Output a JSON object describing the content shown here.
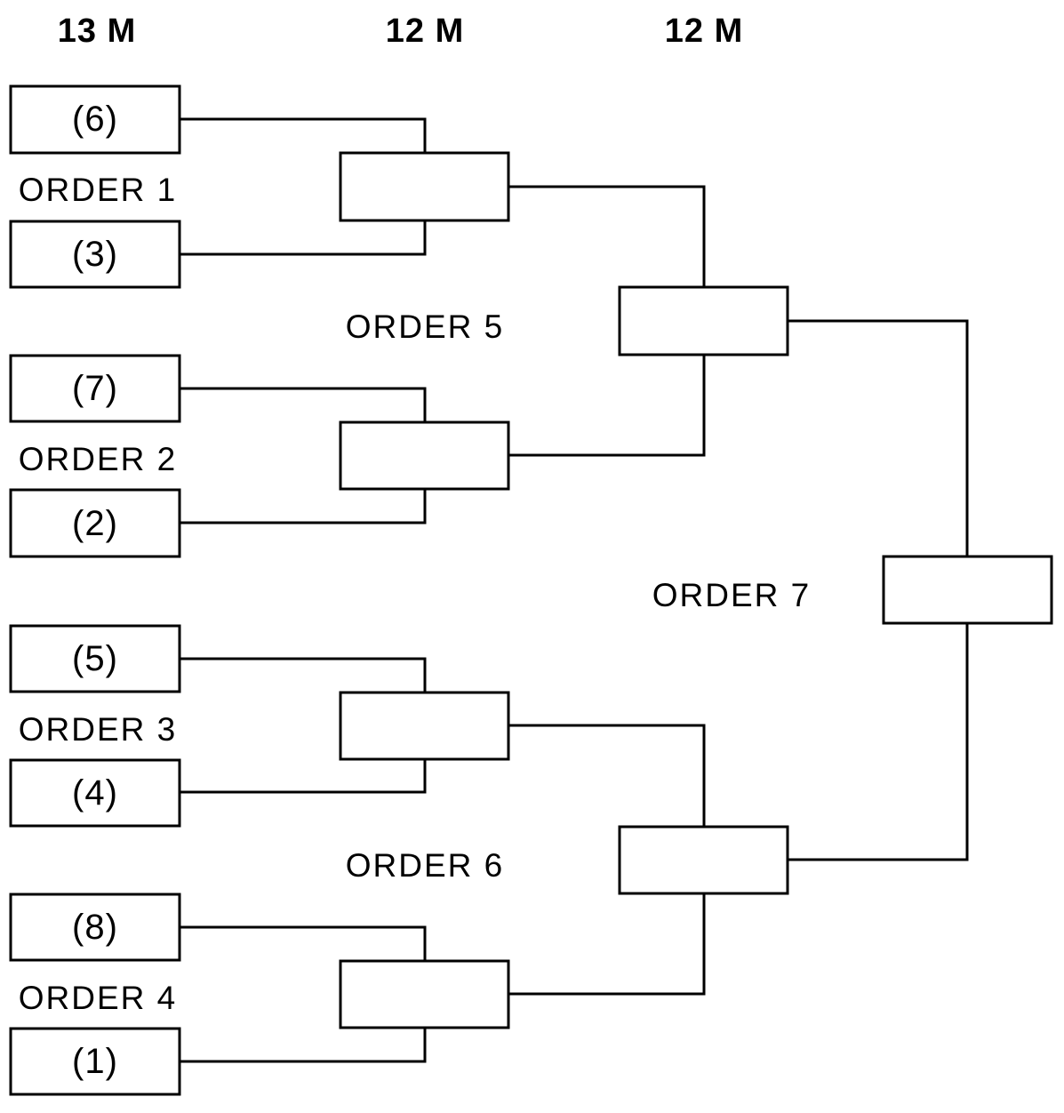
{
  "headers": {
    "round1": "13 M",
    "round2": "12 M",
    "round3": "12 M"
  },
  "seeds": [
    "(6)",
    "(3)",
    "(7)",
    "(2)",
    "(5)",
    "(4)",
    "(8)",
    "(1)"
  ],
  "orders": {
    "o1": "ORDER 1",
    "o2": "ORDER 2",
    "o3": "ORDER 3",
    "o4": "ORDER 4",
    "o5": "ORDER 5",
    "o6": "ORDER 6",
    "o7": "ORDER 7"
  }
}
